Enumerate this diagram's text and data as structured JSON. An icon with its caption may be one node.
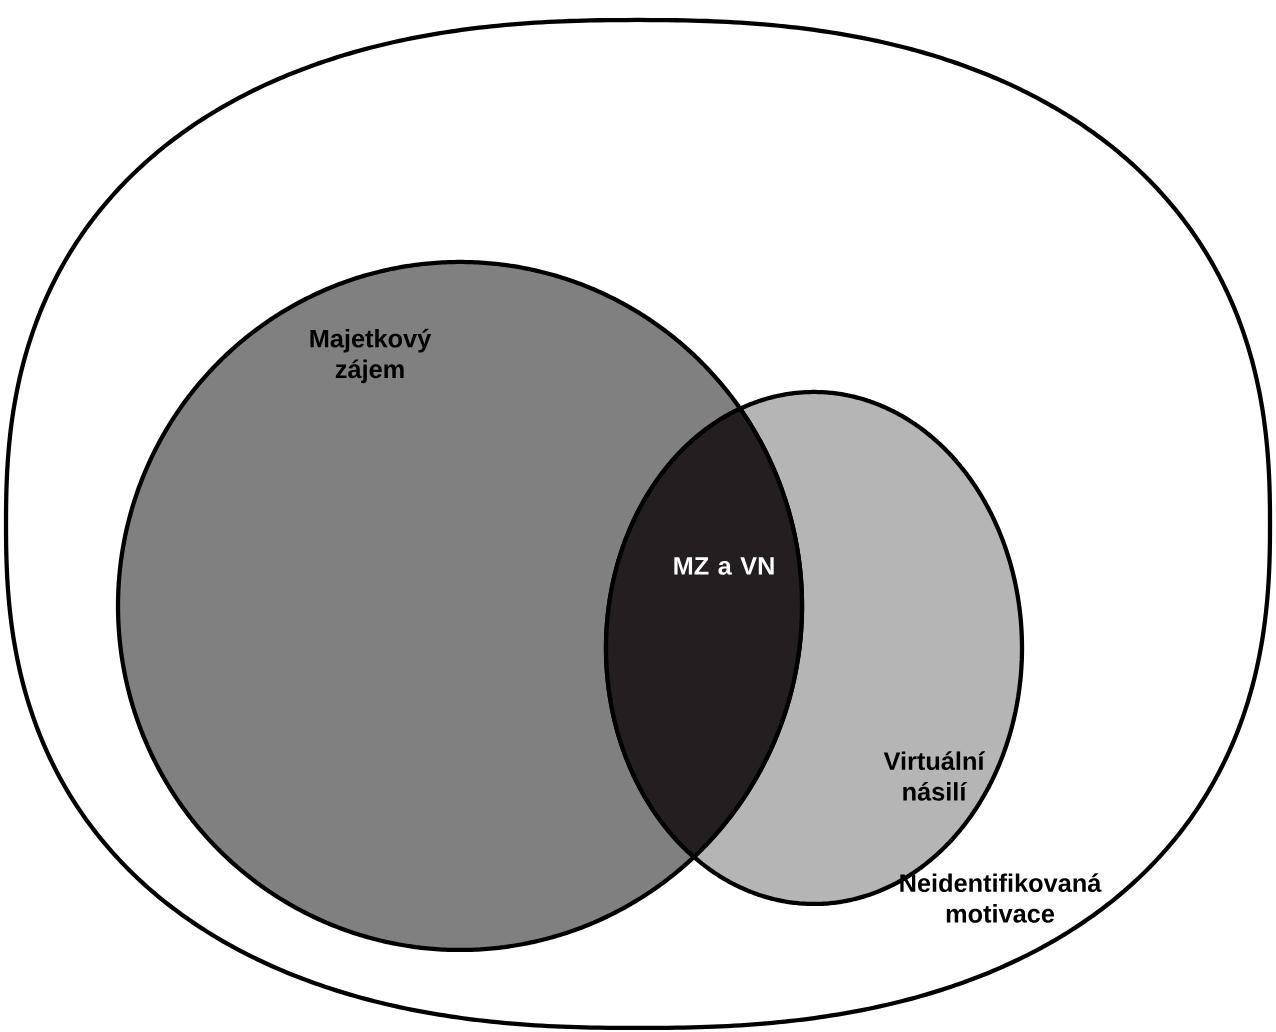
{
  "diagram": {
    "nodes": [
      {
        "text": [
          "Neidentifikovaná motivace"
        ]
      },
      {
        "text": [
          "Majetkový zájem"
        ],
        "in": 0
      },
      {
        "text": [
          "MZ a VN"
        ],
        "in": 0
      },
      {
        "text": [
          "Virtuální násilí"
        ],
        "in": 0
      }
    ]
  }
}
